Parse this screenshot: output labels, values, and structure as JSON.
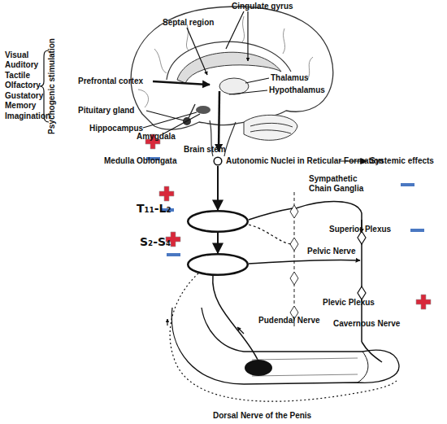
{
  "diagram": {
    "nodes": [
      {
        "text": [
          "Medulla Oblongata",
          "Autonomic Nuclei in Reticular Formation"
        ]
      },
      {
        "text": [
          "T₁₁-L₂"
        ]
      },
      {
        "text": [
          "S₂-S₄"
        ]
      }
    ],
    "edges": [
      {
        "from": 0,
        "to": 1,
        "arrow": "to"
      },
      {
        "from": 1,
        "to": 2,
        "arrow": "to"
      }
    ],
    "labels": [
      "Cingulate gyrus",
      "Septal region",
      "Prefrontal cortex",
      "Thalamus",
      "Hypothalamus",
      "Pituitary gland",
      "Hippocampus",
      "Amygdala",
      "Brain stem",
      "Systemic effects",
      "Visual",
      "Auditory",
      "Tactile",
      "Olfactory",
      "Gustatory",
      "Memory",
      "Imagination",
      "Psychogenic stimulation",
      "Sympathetic Chain Ganglia",
      "Superior Plexus",
      "Pelvic Nerve",
      "Plevic Plexus",
      "Cavernous Nerve",
      "Pudendal Nerve",
      "Dorsal Nerve of the Penis"
    ]
  }
}
